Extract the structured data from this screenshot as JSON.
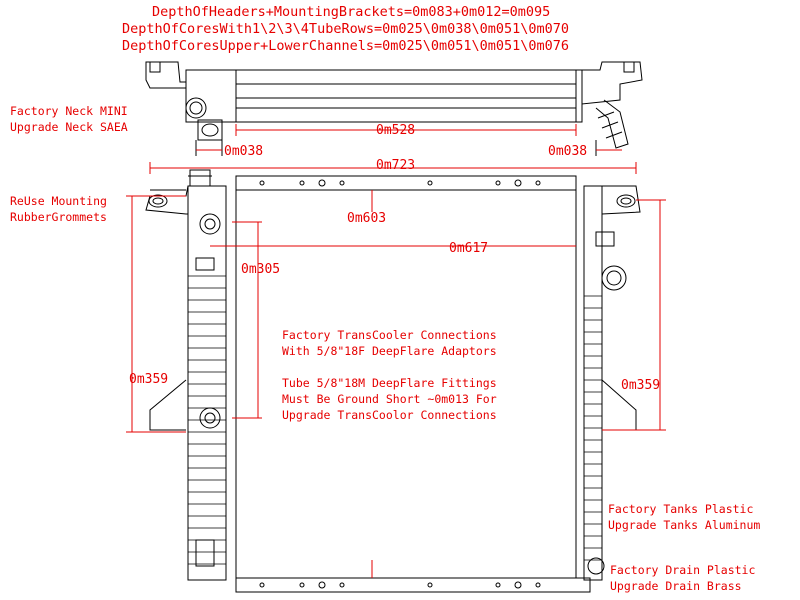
{
  "header": {
    "line1": "DepthOfHeaders+MountingBrackets=0m083+0m012=0m095",
    "line2": "DepthOfCoresWith1\\2\\3\\4TubeRows=0m025\\0m038\\0m051\\0m070",
    "line3": "DepthOfCoresUpper+LowerChannels=0m025\\0m051\\0m051\\0m076"
  },
  "notes": {
    "neck_1": "Factory Neck MINI",
    "neck_2": "Upgrade Neck SAEA",
    "mount_1": "ReUse Mounting",
    "mount_2": "RubberGrommets",
    "trans_1": "Factory TransCooler Connections",
    "trans_2": "With 5/8\"18F DeepFlare Adaptors",
    "tube_1": "Tube 5/8\"18M DeepFlare Fittings",
    "tube_2": "Must Be Ground Short ~0m013 For",
    "tube_3": "Upgrade TransCoolor Connections",
    "tanks_1": "Factory Tanks Plastic",
    "tanks_2": "Upgrade Tanks Aluminum",
    "drain_1": "Factory Drain Plastic",
    "drain_2": "Upgrade Drain Brass"
  },
  "dimensions": {
    "top_core_width": "0m528",
    "neck_left": "0m038",
    "neck_right": "0m038",
    "overall_width": "0m723",
    "core_width": "0m603",
    "inner_width": "0m617",
    "cooler_spacing": "0m305",
    "left_height": "0m359",
    "right_height": "0m359"
  },
  "colors": {
    "annotation": "#e60000",
    "drawing": "#000000"
  }
}
